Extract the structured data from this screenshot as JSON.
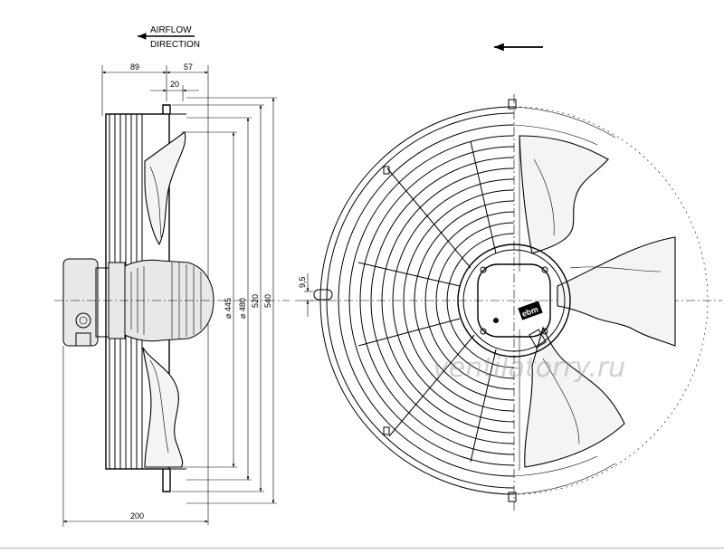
{
  "header": {
    "airflow_line1": "AIRFLOW",
    "airflow_line2": "DIRECTION"
  },
  "dimensions": {
    "d89": "89",
    "d57": "57",
    "d20": "20",
    "d445": "⌀ 445",
    "d480": "⌀ 480",
    "d520": "520",
    "d540": "540",
    "d200": "200",
    "d95": "9,5"
  },
  "nameplate": "ebm",
  "watermark": "ventilatorry.ru",
  "colors": {
    "line": "#000000",
    "watermark": "#9a9a9a",
    "background": "#ffffff"
  }
}
